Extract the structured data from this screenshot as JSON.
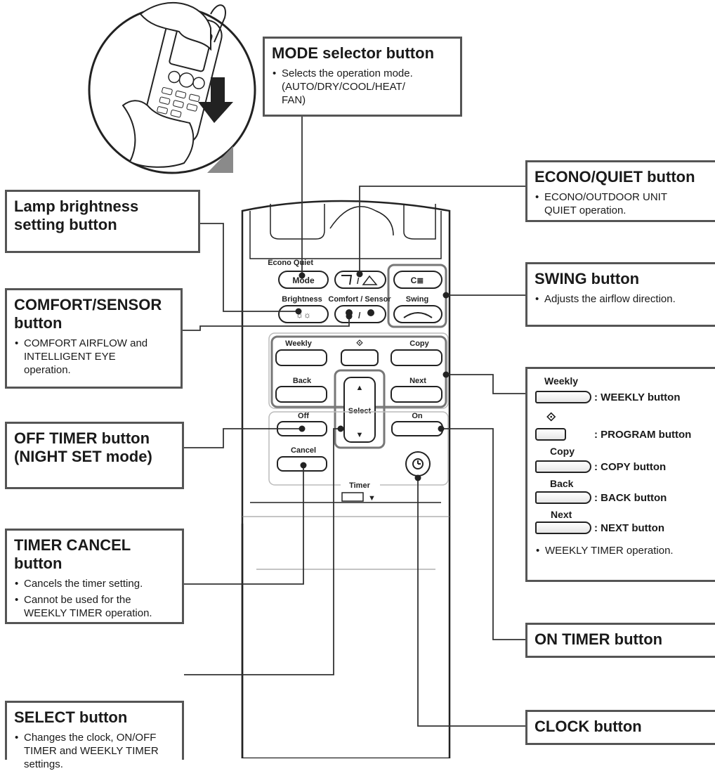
{
  "callouts": {
    "mode": {
      "title": "MODE selector button",
      "bullets": [
        "Selects the operation mode.\n(AUTO/DRY/COOL/HEAT/\nFAN)"
      ]
    },
    "econo": {
      "title": "ECONO/QUIET button",
      "bullets": [
        "ECONO/OUTDOOR UNIT\nQUIET operation."
      ]
    },
    "lamp": {
      "title": "Lamp brightness\nsetting button"
    },
    "swing": {
      "title": "SWING button",
      "bullets": [
        "Adjusts the airflow direction."
      ]
    },
    "comfort": {
      "title": "COMFORT/SENSOR\nbutton",
      "bullets": [
        "COMFORT AIRFLOW and\nINTELLIGENT EYE\noperation."
      ]
    },
    "offtimer": {
      "title": "OFF TIMER button\n(NIGHT SET mode)"
    },
    "timercancel": {
      "title": "TIMER CANCEL\nbutton",
      "bullets": [
        "Cancels the timer setting.",
        "Cannot be used for the\nWEEKLY TIMER operation."
      ]
    },
    "ontimer": {
      "title": "ON TIMER button"
    },
    "select": {
      "title": "SELECT button",
      "bullets": [
        "Changes the clock, ON/OFF\nTIMER and WEEKLY TIMER\nsettings."
      ]
    },
    "clock": {
      "title": "CLOCK button"
    }
  },
  "weekly_legend": {
    "weekly_caption": "Weekly",
    "weekly_label": ": WEEKLY button",
    "program_label": ": PROGRAM button",
    "copy_caption": "Copy",
    "copy_label": ": COPY button",
    "back_caption": "Back",
    "back_label": ": BACK button",
    "next_caption": "Next",
    "next_label": ": NEXT button",
    "note": "WEEKLY TIMER operation."
  },
  "remote": {
    "mode": "Mode",
    "econo_quiet": "Econo Quiet",
    "brightness": "Brightness",
    "comfort_sensor": "Comfort / Sensor",
    "swing": "Swing",
    "weekly": "Weekly",
    "copy": "Copy",
    "back": "Back",
    "next": "Next",
    "select": "Select",
    "off": "Off",
    "on": "On",
    "cancel": "Cancel",
    "timer": "Timer"
  },
  "colors": {
    "line": "#333333",
    "box_border": "#555555",
    "arrow": "#222222",
    "triangle": "#8a8a8a"
  }
}
